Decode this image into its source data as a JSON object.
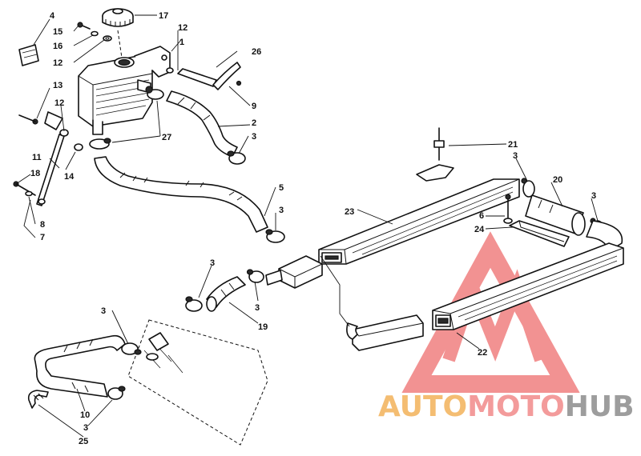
{
  "diagram": {
    "callouts": [
      {
        "id": "c17",
        "label": "17"
      },
      {
        "id": "c4",
        "label": "4"
      },
      {
        "id": "c15",
        "label": "15"
      },
      {
        "id": "c16",
        "label": "16"
      },
      {
        "id": "c12a",
        "label": "12"
      },
      {
        "id": "c12b",
        "label": "12"
      },
      {
        "id": "c1",
        "label": "1"
      },
      {
        "id": "c26",
        "label": "26"
      },
      {
        "id": "c13",
        "label": "13"
      },
      {
        "id": "c12c",
        "label": "12"
      },
      {
        "id": "c9",
        "label": "9"
      },
      {
        "id": "c2",
        "label": "2"
      },
      {
        "id": "c27",
        "label": "27"
      },
      {
        "id": "c3a",
        "label": "3"
      },
      {
        "id": "c11",
        "label": "11"
      },
      {
        "id": "c14",
        "label": "14"
      },
      {
        "id": "c18",
        "label": "18"
      },
      {
        "id": "c8",
        "label": "8"
      },
      {
        "id": "c7",
        "label": "7"
      },
      {
        "id": "c5",
        "label": "5"
      },
      {
        "id": "c3b",
        "label": "3"
      },
      {
        "id": "c21",
        "label": "21"
      },
      {
        "id": "c3c",
        "label": "3"
      },
      {
        "id": "c20",
        "label": "20"
      },
      {
        "id": "c3d",
        "label": "3"
      },
      {
        "id": "c23",
        "label": "23"
      },
      {
        "id": "c6",
        "label": "6"
      },
      {
        "id": "c24",
        "label": "24"
      },
      {
        "id": "c3e",
        "label": "3"
      },
      {
        "id": "c3f",
        "label": "3"
      },
      {
        "id": "c19",
        "label": "19"
      },
      {
        "id": "c3g",
        "label": "3"
      },
      {
        "id": "c22",
        "label": "22"
      },
      {
        "id": "c10",
        "label": "10"
      },
      {
        "id": "c3h",
        "label": "3"
      },
      {
        "id": "c25",
        "label": "25"
      }
    ]
  },
  "watermark": {
    "part1": "AUTO",
    "part2": "MOTO",
    "part3": "HUB",
    "colors": {
      "auto": "#f3b25a",
      "moto": "#f28a8a",
      "hub": "#8c8c8c",
      "triangle": "#f08080"
    }
  }
}
